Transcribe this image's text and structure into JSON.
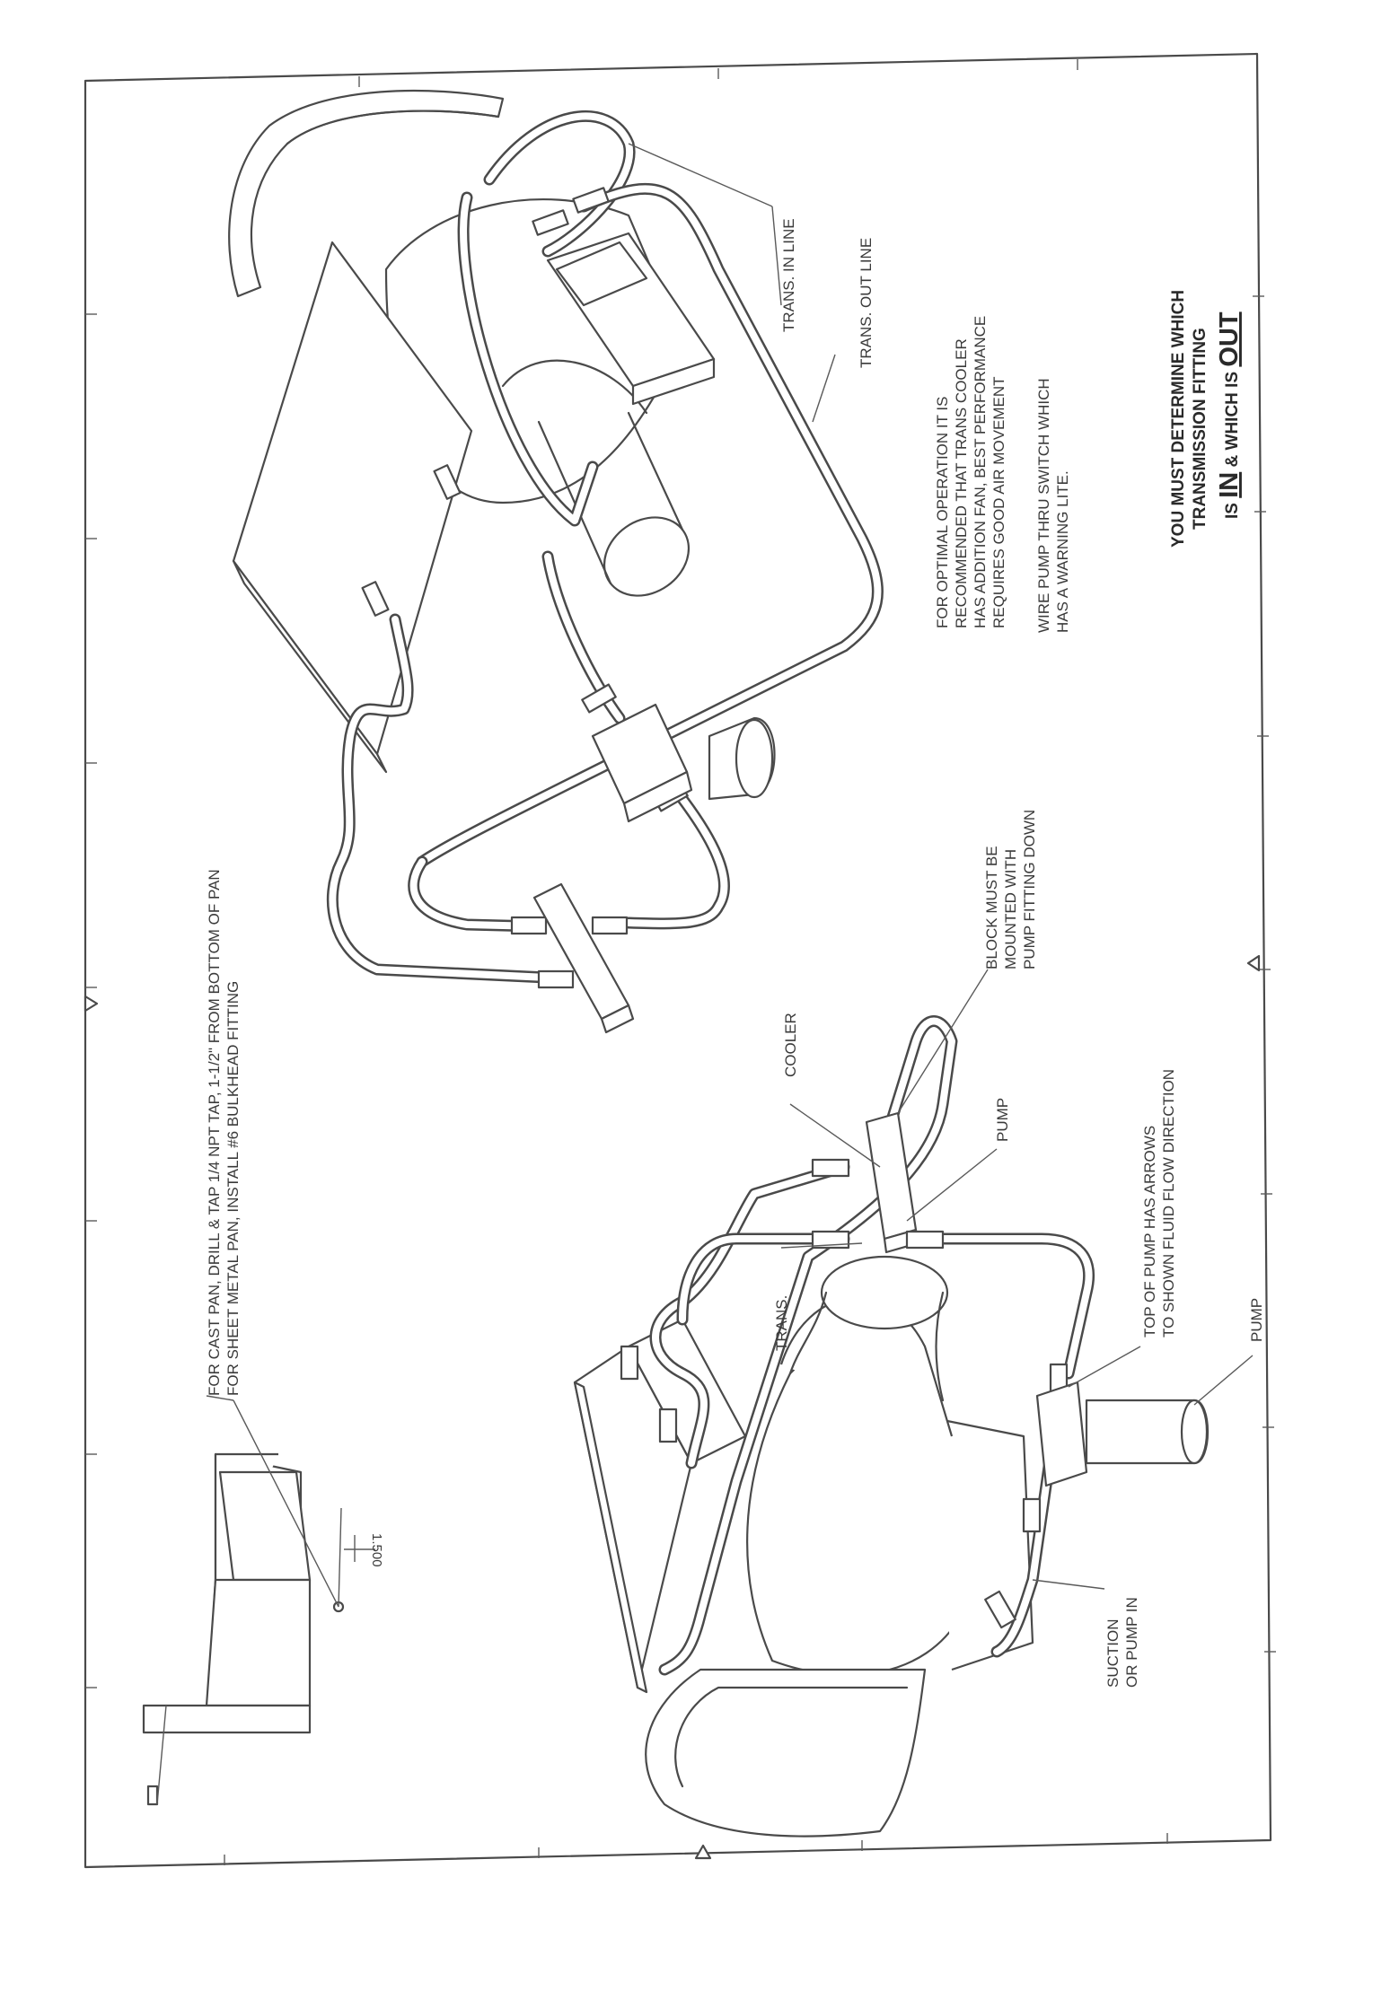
{
  "labels": {
    "trans_in_line": "TRANS. IN LINE",
    "trans_out_line": "TRANS. OUT LINE",
    "optimal_1": "FOR OPTIMAL OPERATION IT IS",
    "optimal_2": "RECOMMENDED THAT TRANS COOLER",
    "optimal_3": "HAS ADDITION FAN, BEST PERFORMANCE",
    "optimal_4": "REQUIRES GOOD AIR MOVEMENT",
    "wire_1": "WIRE PUMP THRU SWITCH WHICH",
    "wire_2": "HAS A WARNING LITE.",
    "must_1": "YOU MUST DETERMINE WHICH",
    "must_2": "TRANSMISSION FITTING",
    "must_3a": "IS ",
    "must_in": "IN",
    "must_3b": " & WHICH IS ",
    "must_out": "OUT",
    "cast_1": "FOR CAST PAN, DRILL & TAP 1/4 NPT TAP, 1-1/2\" FROM BOTTOM OF PAN",
    "cast_2": "FOR SHEET METAL PAN, INSTALL #6 BULKHEAD FITTING",
    "block_1": "BLOCK MUST BE",
    "block_2": "MOUNTED WITH",
    "block_3": "PUMP FITTING DOWN",
    "cooler": "COOLER",
    "pump_top": "PUMP",
    "trans": "TRANS.",
    "top_pump_1": "TOP OF PUMP HAS ARROWS",
    "top_pump_2": "TO SHOWN FLUID FLOW DIRECTION",
    "pump_side": "PUMP",
    "suction_1": "SUCTION",
    "suction_2": "OR PUMP IN",
    "dimension": "1.500"
  }
}
